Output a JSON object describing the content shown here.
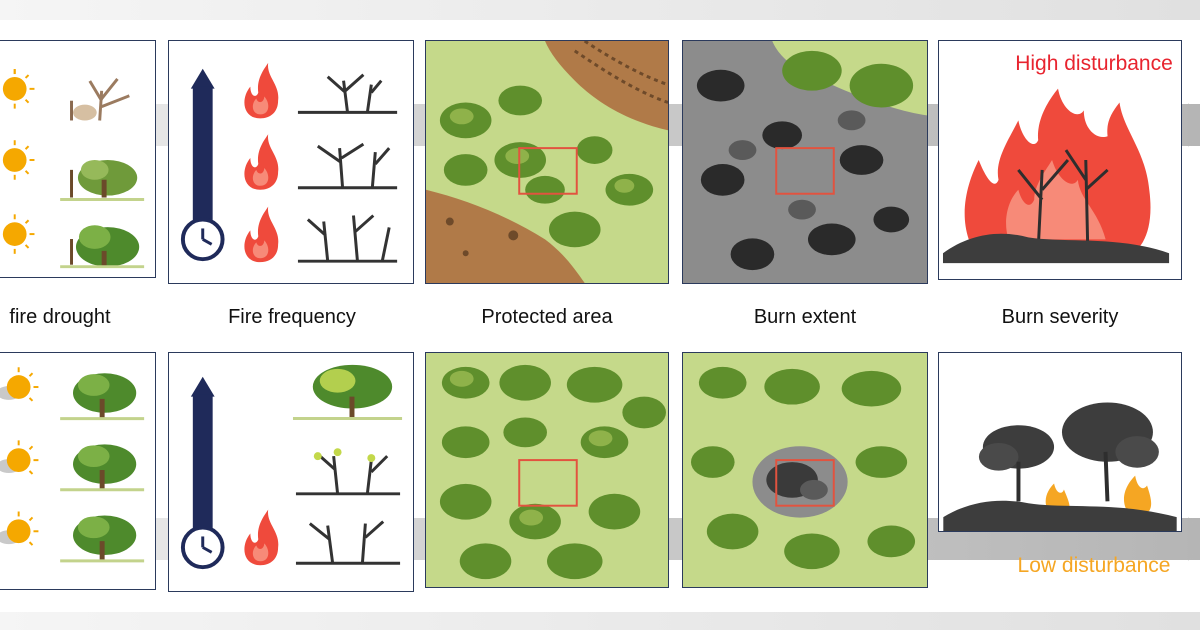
{
  "labels": {
    "drought": "fire drought",
    "frequency": "Fire frequency",
    "protected": "Protected area",
    "extent": "Burn extent",
    "severity": "Burn severity",
    "high": "High disturbance",
    "low": "Low disturbance"
  },
  "colors": {
    "high": "#e8242f",
    "low": "#f5a623",
    "navy": "#1f2a5a",
    "flame": "#ef4a3c",
    "sun": "#f5a800",
    "meadow": "#c5d98a",
    "soil": "#b07a48",
    "ash": "#8c8c8c"
  },
  "icons": [
    "sun-icon",
    "flame-icon",
    "clock-icon",
    "tree-icon",
    "shrub-icon",
    "burned-tree-icon",
    "study-plot-marker"
  ]
}
